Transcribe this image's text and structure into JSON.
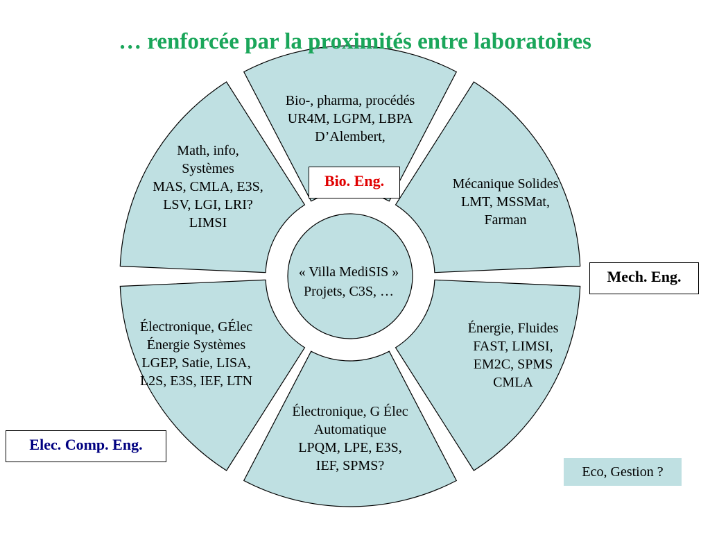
{
  "title": "… renforcée par la proximités entre laboratoires",
  "center": {
    "line1": "« Villa MediSIS »",
    "line2": "Projets, C3S, …"
  },
  "segments": [
    {
      "id": "bio",
      "lines": [
        "Bio-, pharma, procédés",
        "UR4M, LGPM, LBPA",
        "D’Alembert,"
      ]
    },
    {
      "id": "meca",
      "lines": [
        "Mécanique Solides",
        "LMT, MSSMat,",
        "Farman"
      ]
    },
    {
      "id": "energie",
      "lines": [
        "Énergie, Fluides",
        "FAST, LIMSI,",
        "EM2C, SPMS",
        "CMLA"
      ]
    },
    {
      "id": "elec-bottom",
      "lines": [
        "Électronique, G Élec",
        "Automatique",
        "LPQM, LPE, E3S,",
        "IEF, SPMS?"
      ]
    },
    {
      "id": "elec-left",
      "lines": [
        "Électronique, GÉlec",
        "Énergie Systèmes",
        "LGEP, Satie, LISA,",
        "L2S, E3S, IEF, LTN"
      ]
    },
    {
      "id": "math",
      "lines": [
        "Math, info,",
        "Systèmes",
        "MAS, CMLA, E3S,",
        "LSV, LGI, LRI?",
        "LIMSI"
      ]
    }
  ],
  "labels": {
    "bio": "Bio. Eng.",
    "mech": "Mech. Eng.",
    "elec": "Elec. Comp. Eng.",
    "eco": "Eco, Gestion ?"
  },
  "colors": {
    "title": "#1aa65a",
    "segment_fill": "#bfe0e2",
    "bio_label": "#e00000",
    "elec_label": "#000080",
    "mech_label": "#000000"
  }
}
